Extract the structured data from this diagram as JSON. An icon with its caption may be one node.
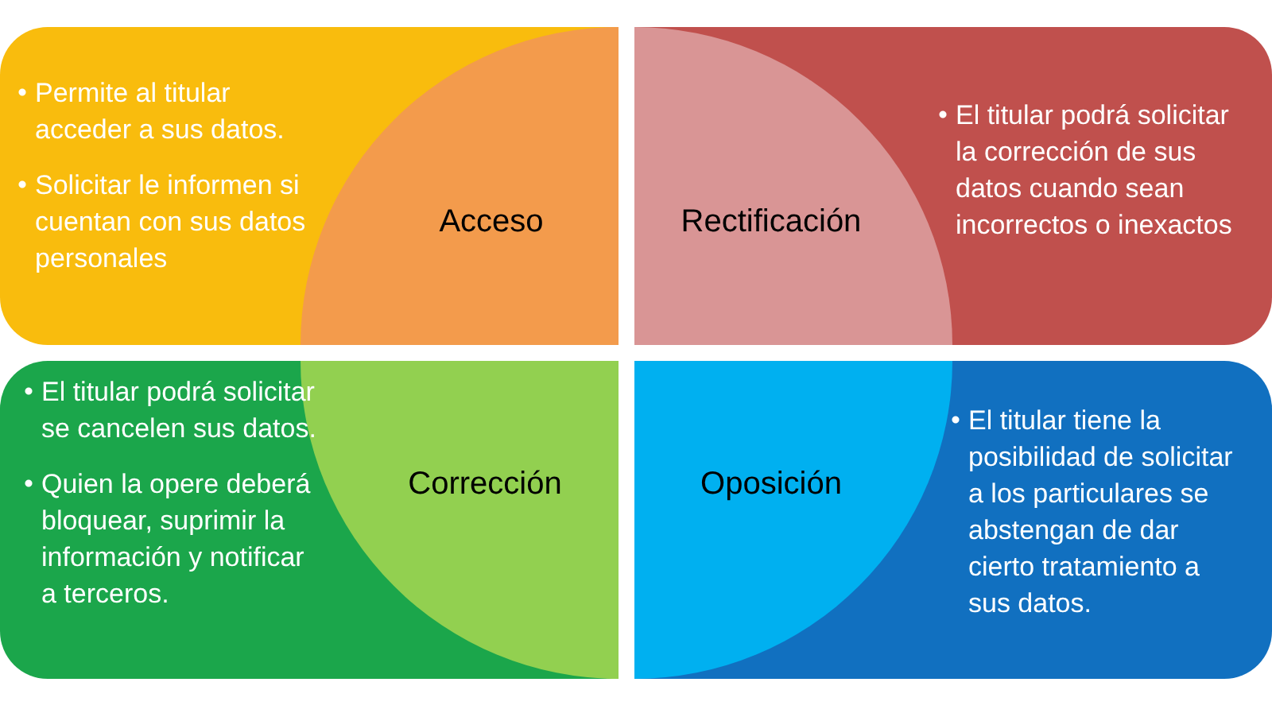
{
  "diagram": {
    "nodes": [
      {
        "text": [
          "Permite al titular acceder a sus datos.",
          "Solicitar le informen si cuentan con sus datos personales"
        ]
      },
      {
        "text": [
          "Acceso"
        ],
        "in": 0
      },
      {
        "text": [
          "El titular podrá solicitar la corrección de sus datos cuando sean incorrectos o inexactos"
        ]
      },
      {
        "text": [
          "Rectificación"
        ],
        "in": 2
      },
      {
        "text": [
          "El titular podrá solicitar se cancelen sus datos.",
          "Quien la opere deberá bloquear, suprimir la información y notificar a terceros."
        ]
      },
      {
        "text": [
          "Corrección"
        ],
        "in": 4
      },
      {
        "text": [
          "El titular tiene la posibilidad de solicitar a los particulares se abstengan de dar cierto tratamiento a sus datos."
        ]
      },
      {
        "text": [
          "Oposición"
        ],
        "in": 6
      }
    ]
  }
}
